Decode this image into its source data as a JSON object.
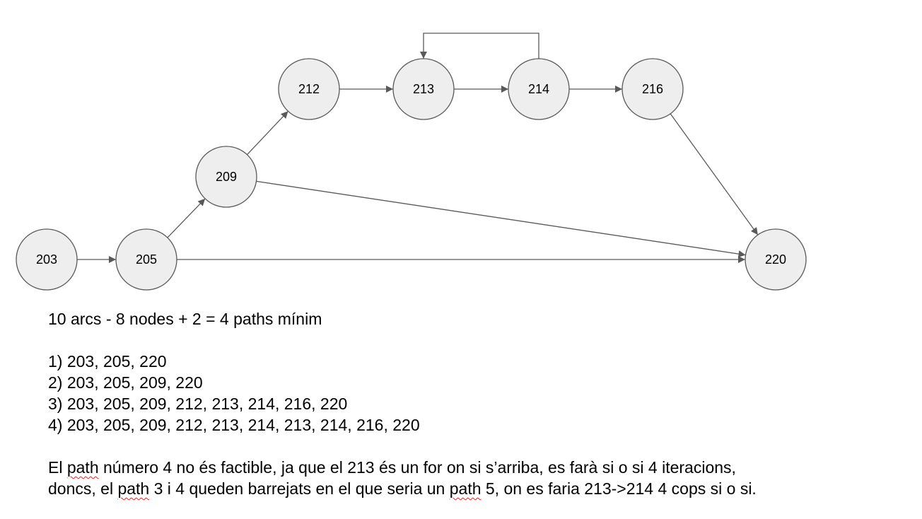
{
  "diagram": {
    "nodes": [
      {
        "id": "203",
        "label": "203"
      },
      {
        "id": "205",
        "label": "205"
      },
      {
        "id": "209",
        "label": "209"
      },
      {
        "id": "212",
        "label": "212"
      },
      {
        "id": "213",
        "label": "213"
      },
      {
        "id": "214",
        "label": "214"
      },
      {
        "id": "216",
        "label": "216"
      },
      {
        "id": "220",
        "label": "220"
      }
    ],
    "edges": [
      {
        "from": "203",
        "to": "205"
      },
      {
        "from": "205",
        "to": "209"
      },
      {
        "from": "205",
        "to": "220"
      },
      {
        "from": "209",
        "to": "212"
      },
      {
        "from": "209",
        "to": "220"
      },
      {
        "from": "212",
        "to": "213"
      },
      {
        "from": "213",
        "to": "214"
      },
      {
        "from": "214",
        "to": "213"
      },
      {
        "from": "214",
        "to": "216"
      },
      {
        "from": "216",
        "to": "220"
      }
    ],
    "colors": {
      "node_fill": "#eeeeee",
      "node_stroke": "#595959",
      "edge": "#595959"
    }
  },
  "text": {
    "formula": "10 arcs - 8 nodes + 2 = 4 paths mínim",
    "paths": [
      "1) 203, 205, 220",
      "2) 203, 205, 209, 220",
      "3) 203, 205, 209, 212, 213, 214, 216, 220",
      "4) 203, 205, 209, 212, 213, 214, 213, 214, 216, 220"
    ],
    "note": {
      "l1_a": "El ",
      "l1_path": "path",
      "l1_b": " número 4 no és factible, ja que el 213 és un for on si s’arriba, es farà si o si 4 iteracions,",
      "l2_a": "doncs, el ",
      "l2_path1": "path",
      "l2_b": " 3 i 4 queden barrejats en el que seria un ",
      "l2_path2": "path",
      "l2_c": " 5, on es faria 213->214 4 cops si o si."
    }
  }
}
